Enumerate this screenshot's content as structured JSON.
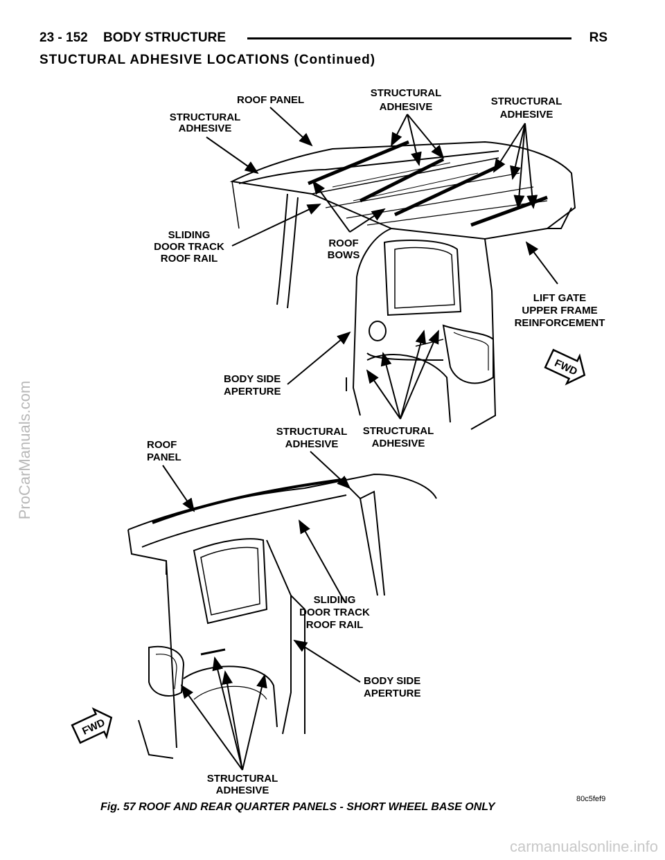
{
  "header": {
    "page_number": "23 - 152",
    "section": "BODY STRUCTURE",
    "code": "RS"
  },
  "section_title": "STUCTURAL ADHESIVE LOCATIONS (Continued)",
  "figure": {
    "top_view": {
      "roof_panel": "ROOF PANEL",
      "structural_adhesive_left": [
        "STRUCTURAL",
        "ADHESIVE"
      ],
      "structural_adhesive_mid": [
        "STRUCTURAL",
        "ADHESIVE"
      ],
      "structural_adhesive_right": [
        "STRUCTURAL",
        "ADHESIVE"
      ],
      "sliding_door_track": [
        "SLIDING",
        "DOOR TRACK",
        "ROOF RAIL"
      ],
      "roof_bows": [
        "ROOF",
        "BOWS"
      ],
      "lift_gate": [
        "LIFT GATE",
        "UPPER FRAME",
        "REINFORCEMENT"
      ],
      "body_side_aperture": [
        "BODY SIDE",
        "APERTURE"
      ],
      "structural_adhesive_lower": [
        "STRUCTURAL",
        "ADHESIVE"
      ],
      "fwd": "FWD"
    },
    "bottom_view": {
      "roof_panel": [
        "ROOF",
        "PANEL"
      ],
      "structural_adhesive_top": [
        "STRUCTURAL",
        "ADHESIVE"
      ],
      "sliding_door_track": [
        "SLIDING",
        "DOOR TRACK",
        "ROOF RAIL"
      ],
      "body_side_aperture": [
        "BODY SIDE",
        "APERTURE"
      ],
      "structural_adhesive_bottom": [
        "STRUCTURAL",
        "ADHESIVE"
      ],
      "fwd": "FWD"
    },
    "caption": "Fig. 57 ROOF AND REAR QUARTER PANELS - SHORT WHEEL BASE ONLY",
    "code": "80c5fef9"
  },
  "watermarks": {
    "side": "ProCarManuals.com",
    "bottom": "carmanualsonline.info"
  }
}
